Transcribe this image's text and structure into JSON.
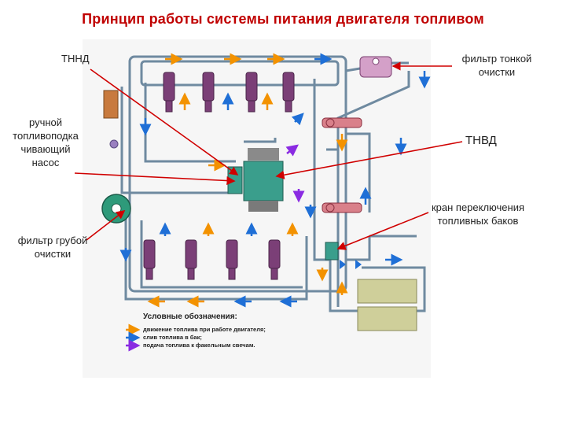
{
  "title": "Принцип работы системы питания двигателя топливом",
  "labels": {
    "tnnd": "ТННД",
    "manual_pump": [
      "ручной",
      "топливоподка",
      "чивающий",
      "насос"
    ],
    "coarse_filter": [
      "фильтр грубой",
      "очистки"
    ],
    "fine_filter": [
      "фильтр тонкой",
      "очистки"
    ],
    "tnvd": "ТНВД",
    "tank_valve": [
      "кран переключения",
      "топливных баков"
    ]
  },
  "legend": {
    "title": "Условные обозначения:",
    "items": [
      {
        "text": "движение топлива при работе двигателя;",
        "color": "#f39200"
      },
      {
        "text": "слив топлива в бак;",
        "color": "#1f6fd6"
      },
      {
        "text": "подача топлива к факельным свечам.",
        "color": "#8a2be2"
      }
    ]
  },
  "colors": {
    "title": "#c00000",
    "pointer": "#d00000",
    "pipe": "#6f8aa0",
    "injector": "#7b3f77",
    "pump": "#3a9e8c",
    "tank": "#cfcf9a",
    "orange_arrow": "#f39200",
    "blue_arrow": "#1f6fd6",
    "purple_arrow": "#8a2be2"
  }
}
